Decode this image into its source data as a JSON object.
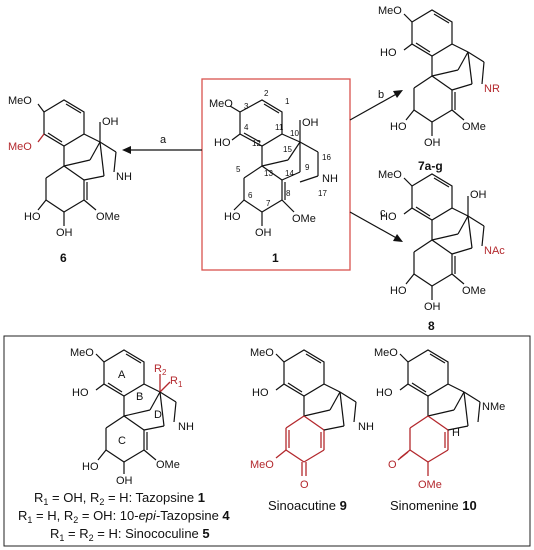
{
  "reactions": {
    "a": "a",
    "b": "b",
    "c": "c"
  },
  "compounds": {
    "c1": {
      "number": "1"
    },
    "c6": {
      "number": "6"
    },
    "c7": {
      "number": "7a-g"
    },
    "c8": {
      "number": "8"
    }
  },
  "atoms": {
    "meo": "MeO",
    "ho": "HO",
    "oh": "OH",
    "ome": "OMe",
    "nh": "NH",
    "nr": "NR",
    "nac": "NAc",
    "nme": "NMe",
    "h": "H",
    "o": "O",
    "r1": "R",
    "r2": "R",
    "sub1": "1",
    "sub2": "2"
  },
  "numbering": [
    "1",
    "2",
    "3",
    "4",
    "5",
    "6",
    "7",
    "8",
    "9",
    "10",
    "11",
    "12",
    "13",
    "14",
    "15",
    "16",
    "17"
  ],
  "rings": [
    "A",
    "B",
    "C",
    "D"
  ],
  "legend": {
    "tazopsine": {
      "pre": "R",
      "s1": "1",
      "mid": " = OH, R",
      "s2": "2",
      "post": " = H: Tazopsine ",
      "num": "1"
    },
    "epitazopsine": {
      "pre": "R",
      "s1": "1",
      "mid": " = H, R",
      "s2": "2",
      "post1": " = OH: 10-",
      "epi": "epi",
      "post2": "-Tazopsine ",
      "num": "4"
    },
    "sinococuline": {
      "pre": "R",
      "s1": "1",
      "mid": " = R",
      "s2": "2",
      "post": " = H: Sinococuline ",
      "num": "5"
    },
    "sinoacutine": {
      "name": "Sinoacutine ",
      "num": "9"
    },
    "sinomenine": {
      "name": "Sinomenine ",
      "num": "10"
    }
  },
  "colors": {
    "accent_red": "#b3282d",
    "frame_red": "#d9534f"
  }
}
